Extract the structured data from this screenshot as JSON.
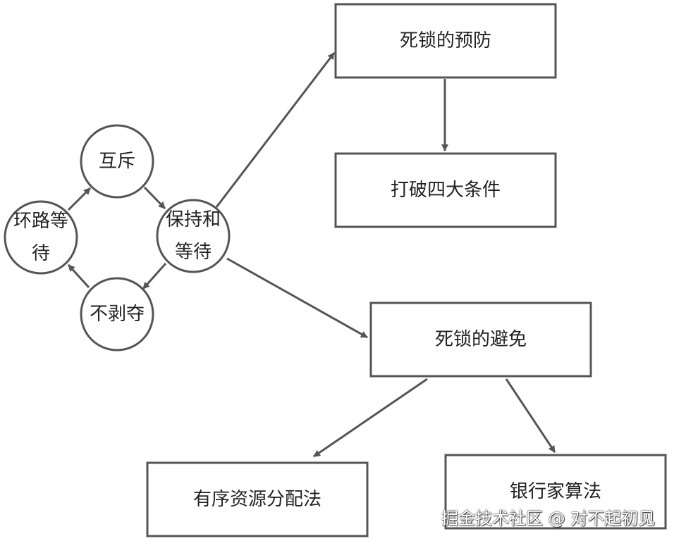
{
  "diagram": {
    "nodes": [
      {
        "id": "mutex",
        "shape": "circle",
        "lines": [
          "互斥"
        ]
      },
      {
        "id": "hold_wait",
        "shape": "circle",
        "lines": [
          "保持和",
          "等待"
        ]
      },
      {
        "id": "no_preempt",
        "shape": "circle",
        "lines": [
          "不剥夺"
        ]
      },
      {
        "id": "circular_wait",
        "shape": "circle",
        "lines": [
          "环路等",
          "待"
        ]
      },
      {
        "id": "prevention",
        "shape": "rect",
        "lines": [
          "死锁的预防"
        ]
      },
      {
        "id": "break_four",
        "shape": "rect",
        "lines": [
          "打破四大条件"
        ]
      },
      {
        "id": "avoidance",
        "shape": "rect",
        "lines": [
          "死锁的避免"
        ]
      },
      {
        "id": "ordered_alloc",
        "shape": "rect",
        "lines": [
          "有序资源分配法"
        ]
      },
      {
        "id": "banker",
        "shape": "rect",
        "lines": [
          "银行家算法"
        ]
      }
    ],
    "edges": [
      {
        "from": "mutex",
        "to": "hold_wait"
      },
      {
        "from": "hold_wait",
        "to": "no_preempt"
      },
      {
        "from": "no_preempt",
        "to": "circular_wait"
      },
      {
        "from": "circular_wait",
        "to": "mutex"
      },
      {
        "from": "hold_wait",
        "to": "prevention"
      },
      {
        "from": "prevention",
        "to": "break_four"
      },
      {
        "from": "hold_wait",
        "to": "avoidance"
      },
      {
        "from": "avoidance",
        "to": "ordered_alloc"
      },
      {
        "from": "avoidance",
        "to": "banker"
      }
    ],
    "colors": {
      "stroke": "#555555",
      "fill": "#ffffff",
      "text": "#222222"
    }
  },
  "watermark": "掘金技术社区 @ 对不起初见"
}
